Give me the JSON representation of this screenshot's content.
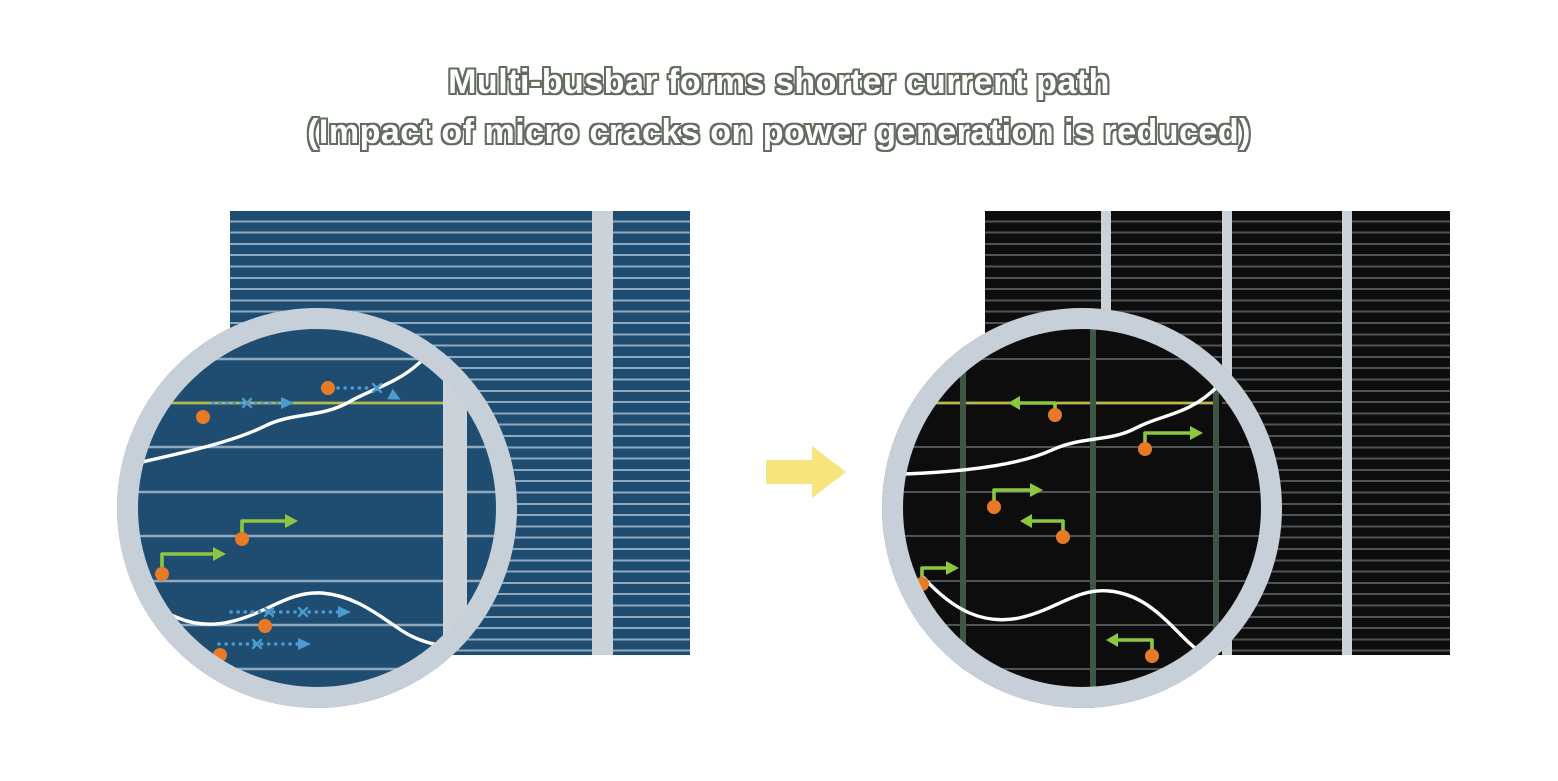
{
  "title": {
    "line1": "Multi-busbar forms shorter current path",
    "line2": "(Impact of micro cracks on power generation is reduced)"
  },
  "icons": {
    "transition-arrow": "block-right-arrow",
    "magnifier": "circular-lens"
  },
  "colors": {
    "background": "#ffffff",
    "title-fill": "#ffffff",
    "title-outline": "#626d60",
    "cell-blue": "#1f4d72",
    "cell-blue-line": "#8fa9be",
    "cell-black": "#0d0d0d",
    "cell-black-line": "#4e5356",
    "busbar-light": "#cbd3d9",
    "busbar-green": "#3f5546",
    "ring": "#c7d0d8",
    "arrow-yellow": "#f8e47d",
    "electron-orange": "#e87a25",
    "path-green": "#8dc63f",
    "path-blue": "#4b9bd0",
    "crack-white": "#ffffff",
    "highlight-yellow": "#b9ba4e"
  }
}
